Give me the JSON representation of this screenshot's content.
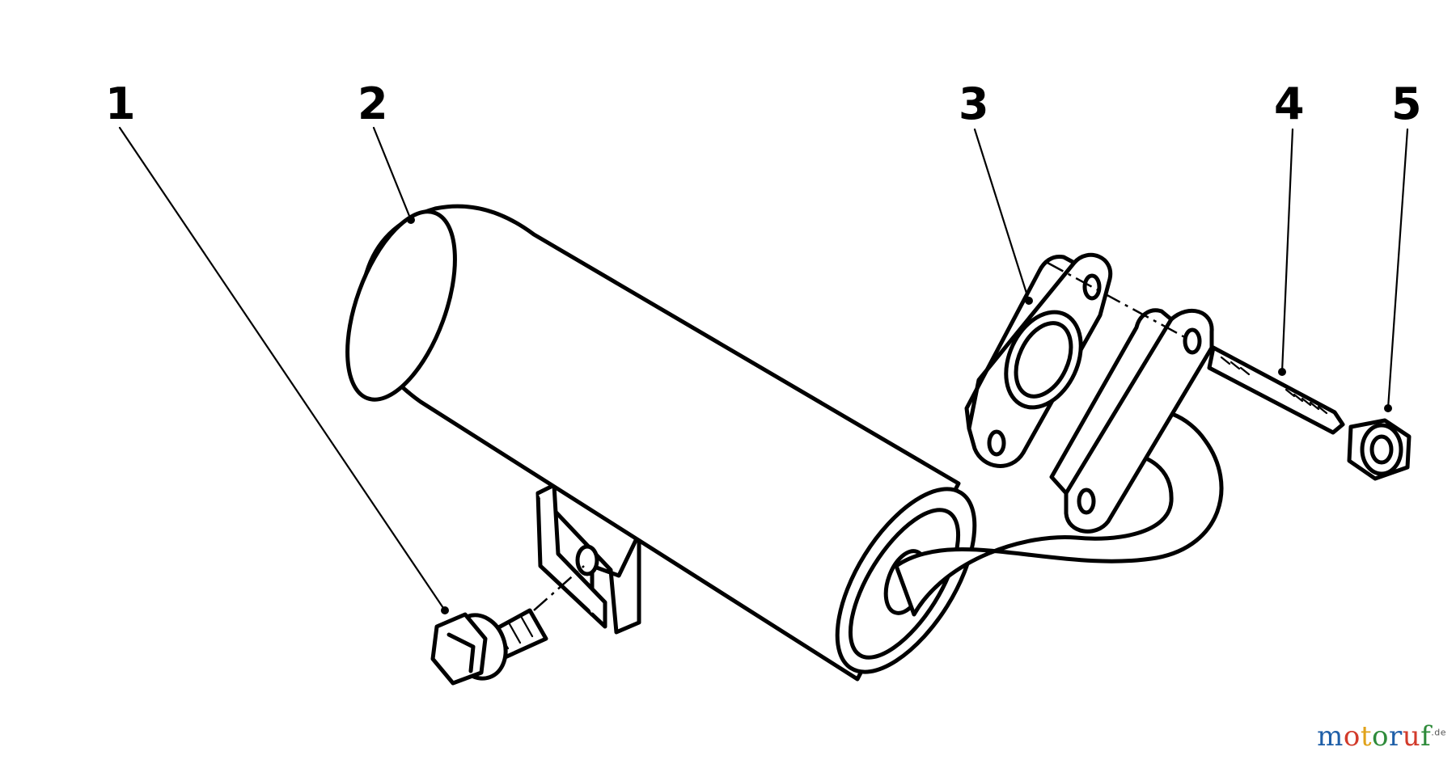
{
  "callouts": [
    {
      "id": "1",
      "label": "1",
      "part": "flange-bolt"
    },
    {
      "id": "2",
      "label": "2",
      "part": "muffler"
    },
    {
      "id": "3",
      "label": "3",
      "part": "exhaust-gasket"
    },
    {
      "id": "4",
      "label": "4",
      "part": "stud"
    },
    {
      "id": "5",
      "label": "5",
      "part": "flange-nut"
    }
  ],
  "watermark": {
    "letters": [
      "m",
      "o",
      "t",
      "o",
      "r",
      "u",
      "f"
    ],
    "colors": [
      "#1f5fa8",
      "#d23a2a",
      "#e0a21a",
      "#2e8b3a",
      "#1f5fa8",
      "#d23a2a",
      "#2e8b3a"
    ],
    "suffix": ".de"
  }
}
